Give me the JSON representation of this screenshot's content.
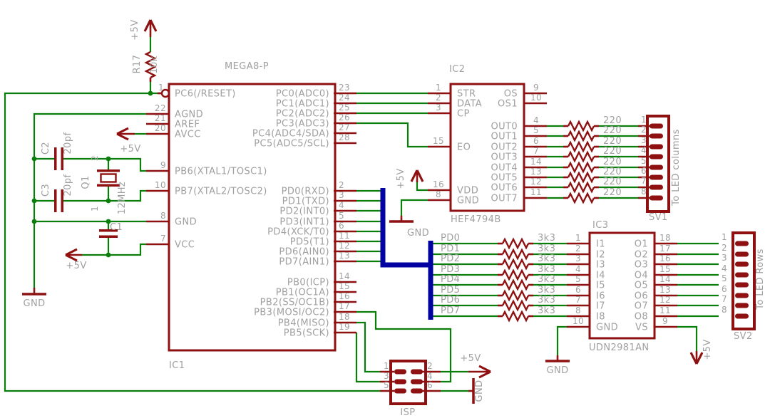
{
  "colors": {
    "background": "#FFFFFF",
    "symbol": "#8E1010",
    "wire": "#0A7E0A",
    "bus": "#0303A3",
    "label": "#A0A0A0"
  },
  "components": {
    "ic1": {
      "ref": "IC1",
      "part": "MEGA8-P",
      "left_pins": [
        {
          "num": "1",
          "name": "PC6(/RESET)"
        },
        {
          "num": "22",
          "name": "AGND"
        },
        {
          "num": "21",
          "name": "AREF"
        },
        {
          "num": "20",
          "name": "AVCC"
        },
        {
          "num": "9",
          "name": "PB6(XTAL1/TOSC1)"
        },
        {
          "num": "10",
          "name": "PB7(XTAL2/TOSC2)"
        },
        {
          "num": "8",
          "name": "GND"
        },
        {
          "num": "7",
          "name": "VCC"
        }
      ],
      "right_pins": [
        {
          "num": "23",
          "name": "PC0(ADC0)"
        },
        {
          "num": "24",
          "name": "PC1(ADC1)"
        },
        {
          "num": "25",
          "name": "PC2(ADC2)"
        },
        {
          "num": "26",
          "name": "PC3(ADC3)"
        },
        {
          "num": "27",
          "name": "PC4(ADC4/SDA)"
        },
        {
          "num": "28",
          "name": "PC5(ADC5/SCL)"
        },
        {
          "num": "2",
          "name": "PD0(RXD)"
        },
        {
          "num": "3",
          "name": "PD1(TXD)"
        },
        {
          "num": "4",
          "name": "PD2(INT0)"
        },
        {
          "num": "5",
          "name": "PD3(INT1)"
        },
        {
          "num": "6",
          "name": "PD4(XCK/T0)"
        },
        {
          "num": "11",
          "name": "PD5(T1)"
        },
        {
          "num": "12",
          "name": "PD6(AIN0)"
        },
        {
          "num": "13",
          "name": "PD7(AIN1)"
        },
        {
          "num": "14",
          "name": "PB0(ICP)"
        },
        {
          "num": "15",
          "name": "PB1(OC1A)"
        },
        {
          "num": "16",
          "name": "PB2(SS/OC1B)"
        },
        {
          "num": "17",
          "name": "PB3(MOSI/OC2)"
        },
        {
          "num": "18",
          "name": "PB4(MISO)"
        },
        {
          "num": "19",
          "name": "PB5(SCK)"
        }
      ]
    },
    "ic2": {
      "ref": "IC2",
      "part": "HEF4794B",
      "left_pins": [
        {
          "num": "1",
          "name": "STR"
        },
        {
          "num": "2",
          "name": "DATA"
        },
        {
          "num": "3",
          "name": "CP"
        },
        {
          "num": "15",
          "name": "EO"
        },
        {
          "num": "16",
          "name": "VDD"
        },
        {
          "num": "8",
          "name": "GND"
        }
      ],
      "right_pins": [
        {
          "num": "9",
          "name": "OS"
        },
        {
          "num": "10",
          "name": "OS1"
        },
        {
          "num": "4",
          "name": "OUT0"
        },
        {
          "num": "5",
          "name": "OUT1"
        },
        {
          "num": "6",
          "name": "OUT2"
        },
        {
          "num": "7",
          "name": "OUT3"
        },
        {
          "num": "14",
          "name": "OUT4"
        },
        {
          "num": "13",
          "name": "OUT5"
        },
        {
          "num": "12",
          "name": "OUT6"
        },
        {
          "num": "11",
          "name": "OUT7"
        }
      ]
    },
    "ic3": {
      "ref": "IC3",
      "part": "UDN2981AN",
      "left_pins": [
        {
          "num": "1",
          "name": "I1"
        },
        {
          "num": "2",
          "name": "I2"
        },
        {
          "num": "3",
          "name": "I3"
        },
        {
          "num": "4",
          "name": "I4"
        },
        {
          "num": "5",
          "name": "I5"
        },
        {
          "num": "6",
          "name": "I6"
        },
        {
          "num": "7",
          "name": "I7"
        },
        {
          "num": "8",
          "name": "I8"
        },
        {
          "num": "10",
          "name": "GND"
        }
      ],
      "right_pins": [
        {
          "num": "18",
          "name": "O1"
        },
        {
          "num": "17",
          "name": "O2"
        },
        {
          "num": "16",
          "name": "O3"
        },
        {
          "num": "15",
          "name": "O4"
        },
        {
          "num": "14",
          "name": "O5"
        },
        {
          "num": "13",
          "name": "O6"
        },
        {
          "num": "12",
          "name": "O7"
        },
        {
          "num": "11",
          "name": "O8"
        },
        {
          "num": "9",
          "name": "VS"
        }
      ]
    },
    "sv1": {
      "ref": "SV1",
      "caption": "To LED columns",
      "pin_numbers": [
        "1",
        "2",
        "3",
        "4",
        "5",
        "6",
        "7",
        "8"
      ]
    },
    "sv2": {
      "ref": "SV2",
      "caption": "To LED Rows",
      "pin_numbers": [
        "1",
        "2",
        "3",
        "4",
        "5",
        "6",
        "7",
        "8"
      ]
    },
    "isp": {
      "ref": "ISP",
      "left_pin_numbers": [
        "1",
        "3",
        "5"
      ],
      "right_pin_numbers": [
        "2",
        "4",
        "6"
      ]
    },
    "r17": {
      "ref": "R17",
      "value": "10k"
    },
    "c1": {
      "ref": "C1"
    },
    "c2": {
      "ref": "C2",
      "value": "20pf"
    },
    "c3": {
      "ref": "C3",
      "value": "20pf"
    },
    "q1": {
      "ref": "Q1",
      "value": "12MHz",
      "pin_top": "2",
      "pin_bottom": "1"
    },
    "column_resistors": {
      "value": "220"
    },
    "row_resistors": {
      "value": "3k3"
    }
  },
  "nets": {
    "pd_labels": [
      "PD0",
      "PD1",
      "PD2",
      "PD3",
      "PD4",
      "PD5",
      "PD6",
      "PD7"
    ]
  },
  "power": {
    "vcc_label": "+5V",
    "gnd_label": "GND"
  }
}
